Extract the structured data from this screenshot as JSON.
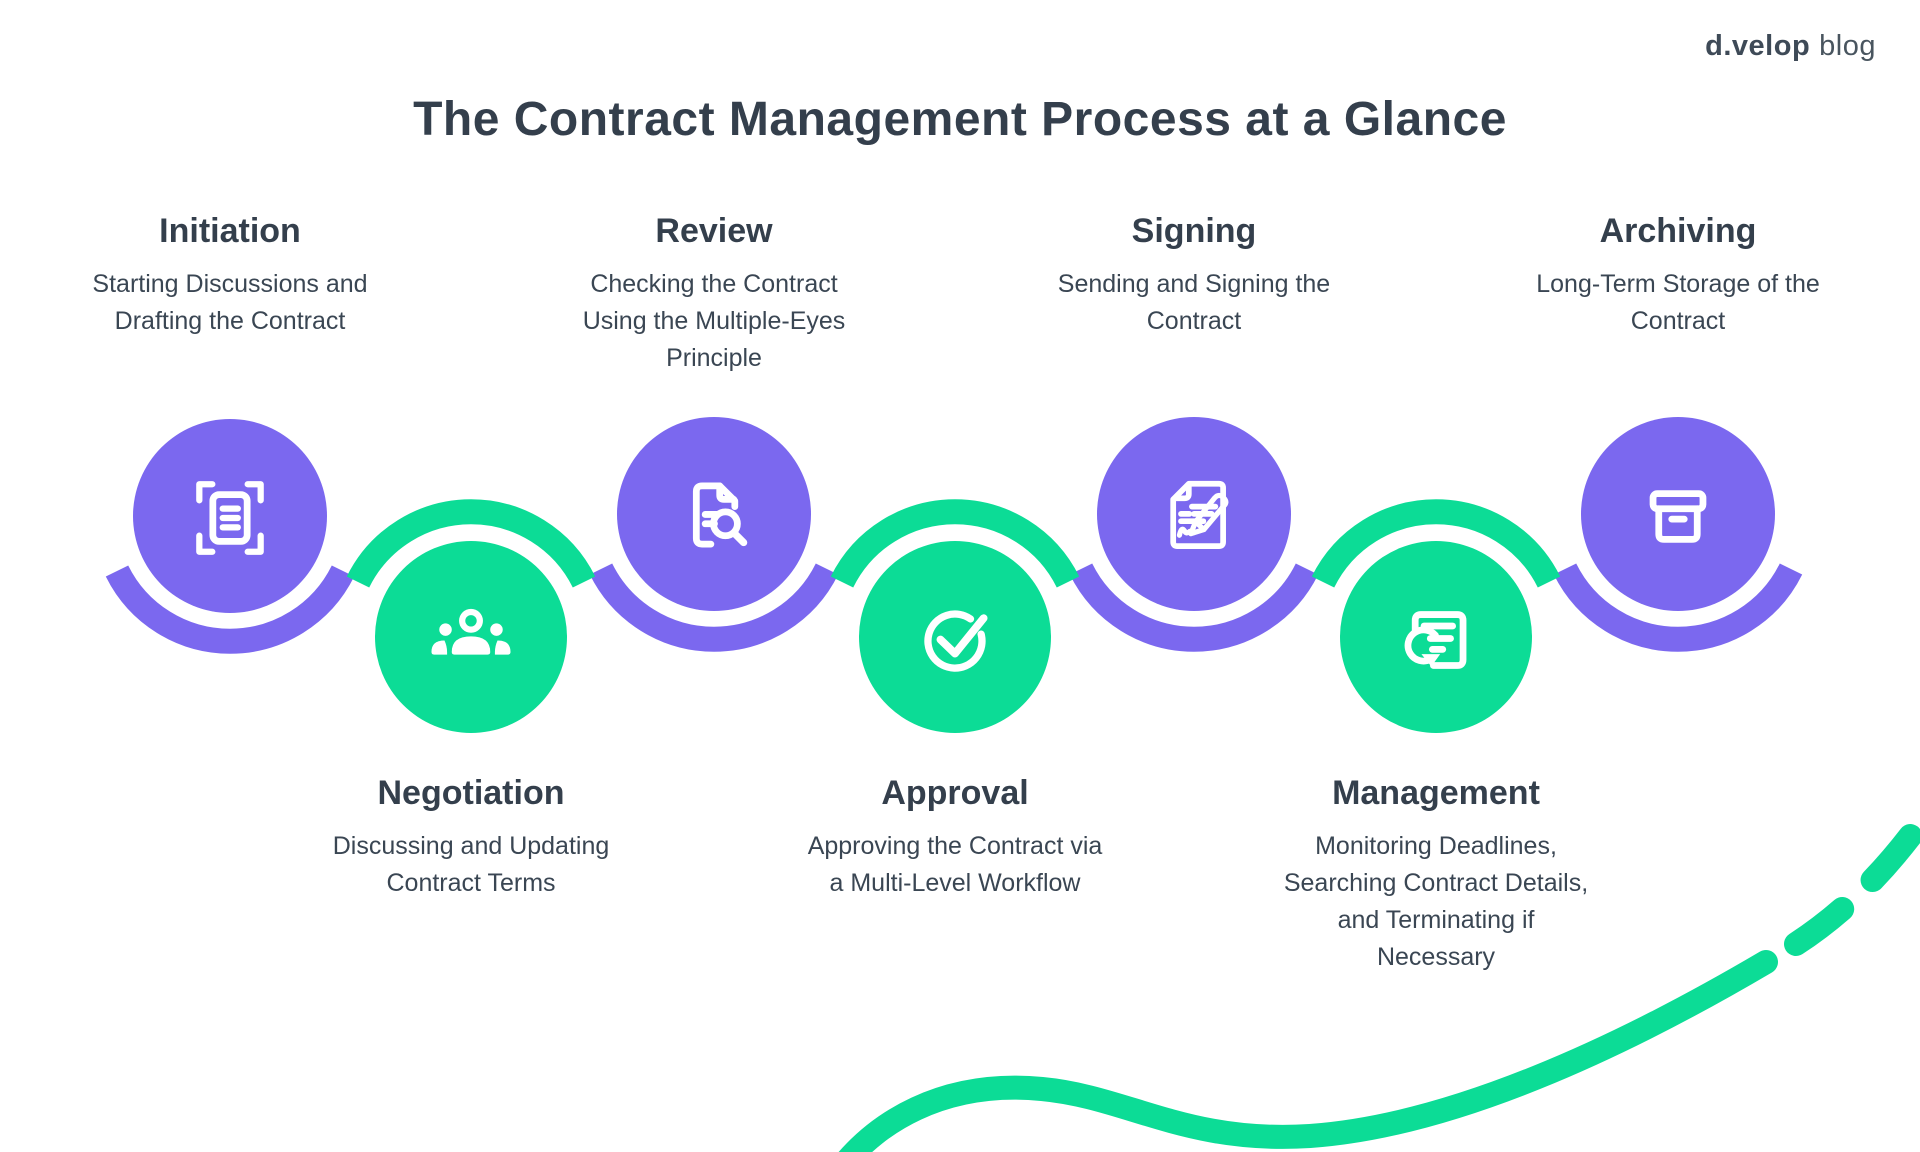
{
  "logo": {
    "brand": "d.velop",
    "suffix": "blog"
  },
  "title": "The Contract Management Process at a Glance",
  "colors": {
    "purple": "#7B68EF",
    "green": "#0CDC96",
    "heading_text": "#343F4C",
    "body_text": "#3A4653",
    "icon": "#FFFFFF"
  },
  "steps": [
    {
      "name": "Initiation",
      "position": "top",
      "color": "purple",
      "icon": "scan-document-icon",
      "description_lines": [
        "Starting Discussions and",
        "Drafting the Contract"
      ]
    },
    {
      "name": "Negotiation",
      "position": "bottom",
      "color": "green",
      "icon": "people-group-icon",
      "description_lines": [
        "Discussing and Updating",
        "Contract Terms"
      ]
    },
    {
      "name": "Review",
      "position": "top",
      "color": "purple",
      "icon": "document-search-icon",
      "description_lines": [
        "Checking the Contract",
        "Using the Multiple-Eyes",
        "Principle"
      ]
    },
    {
      "name": "Approval",
      "position": "bottom",
      "color": "green",
      "icon": "check-circle-icon",
      "description_lines": [
        "Approving the Contract via",
        "a Multi-Level Workflow"
      ]
    },
    {
      "name": "Signing",
      "position": "top",
      "color": "purple",
      "icon": "signature-document-icon",
      "description_lines": [
        "Sending and Signing the",
        "Contract"
      ]
    },
    {
      "name": "Management",
      "position": "bottom",
      "color": "green",
      "icon": "contract-renewal-icon",
      "description_lines": [
        "Monitoring Deadlines,",
        "Searching Contract Details,",
        "and Terminating if",
        "Necessary"
      ]
    },
    {
      "name": "Archiving",
      "position": "top",
      "color": "purple",
      "icon": "archive-box-icon",
      "description_lines": [
        "Long-Term Storage of the",
        "Contract"
      ]
    }
  ]
}
